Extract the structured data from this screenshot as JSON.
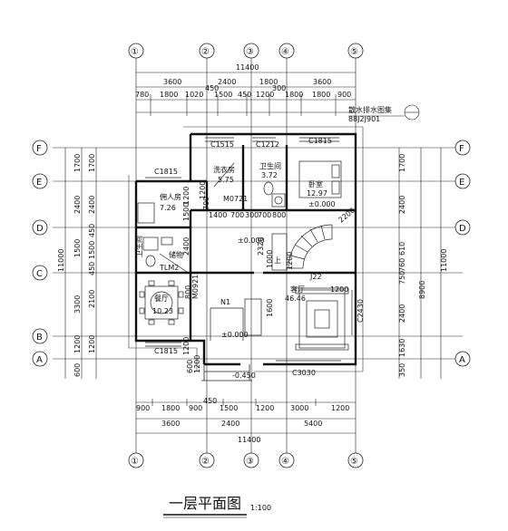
{
  "title": "一层平面图",
  "scale": "1:100",
  "top_dims": {
    "total": "11400",
    "level1": [
      "3600",
      "2400",
      "1800",
      "3600"
    ],
    "level2_a": [
      "780",
      "1800",
      "1020"
    ],
    "level2_b": [
      "450",
      "1500",
      "450"
    ],
    "level2_c": [
      "1200",
      "300"
    ],
    "level2_d": [
      "1800",
      "1800",
      "900"
    ],
    "level2_extra": "300"
  },
  "bottom_dims": {
    "total": "11400",
    "level1": [
      "3600",
      "2400",
      "5400"
    ],
    "level2": [
      "900",
      "1800",
      "900",
      "1500",
      "1200",
      "3000",
      "1200"
    ],
    "offset": "450"
  },
  "left_dims": {
    "total": "11000",
    "level1": [
      "1700",
      "2400",
      "1500",
      "3300",
      "1200",
      "600"
    ],
    "level2": [
      "1700",
      "2400",
      "450",
      "1500",
      "450",
      "2100",
      "1200"
    ]
  },
  "right_dims": {
    "total": "11000",
    "sub_total": "8900",
    "level1": [
      "1700",
      "2400",
      "2400",
      "1630",
      "350"
    ],
    "level2": [
      "610",
      "750",
      "760"
    ]
  },
  "grid_cols": [
    "①",
    "②",
    "③",
    "④",
    "⑤"
  ],
  "grid_rows": [
    "F",
    "E",
    "D",
    "C",
    "B",
    "A"
  ],
  "rooms": [
    {
      "name": "洗衣房",
      "area": "5.75"
    },
    {
      "name": "卫生间",
      "area": "3.72"
    },
    {
      "name": "卧室",
      "area": "12.97"
    },
    {
      "name": "佣人房",
      "area": "7.26"
    },
    {
      "name": "卫生间",
      "area": ""
    },
    {
      "name": "储物",
      "area": ""
    },
    {
      "name": "客厅",
      "area": "46.46"
    },
    {
      "name": "餐厅",
      "area": "10.23"
    }
  ],
  "labels": {
    "c1515": "C1515",
    "c1212": "C1212",
    "c1815_top": "C1815",
    "c1815_left": "C1815",
    "c1815_bottom": "C1815",
    "c3030": "C3030",
    "c2430": "C2430",
    "m0721": "M0721",
    "m0921": "M0921",
    "n1": "N1",
    "tlm2": "TLM2",
    "up": "上",
    "elev1": "±0.000",
    "elev2": "±0.000",
    "elev3": "±0.000",
    "elev_out": "-0.450",
    "drain": "散水排水图集",
    "drain_code": "88J2J901",
    "door_2200": "2200",
    "door_1400": "1400",
    "door_700": "700",
    "door_300": "300",
    "door_700b": "700",
    "door_800": "800",
    "d_1000": "1000",
    "d_1200": "1200",
    "d_1200b": "1200",
    "d_2320": "2320",
    "d_2400": "2400",
    "d_1200_l": "1200",
    "d_1500_l": "1500",
    "d_1200_s": "1200",
    "d_600": "600",
    "d_1200_bot": "1200",
    "d_700_door": "700",
    "d_800_l": "800",
    "d_1200_p": "1200",
    "j22": "J22",
    "d_1600": "1600"
  }
}
